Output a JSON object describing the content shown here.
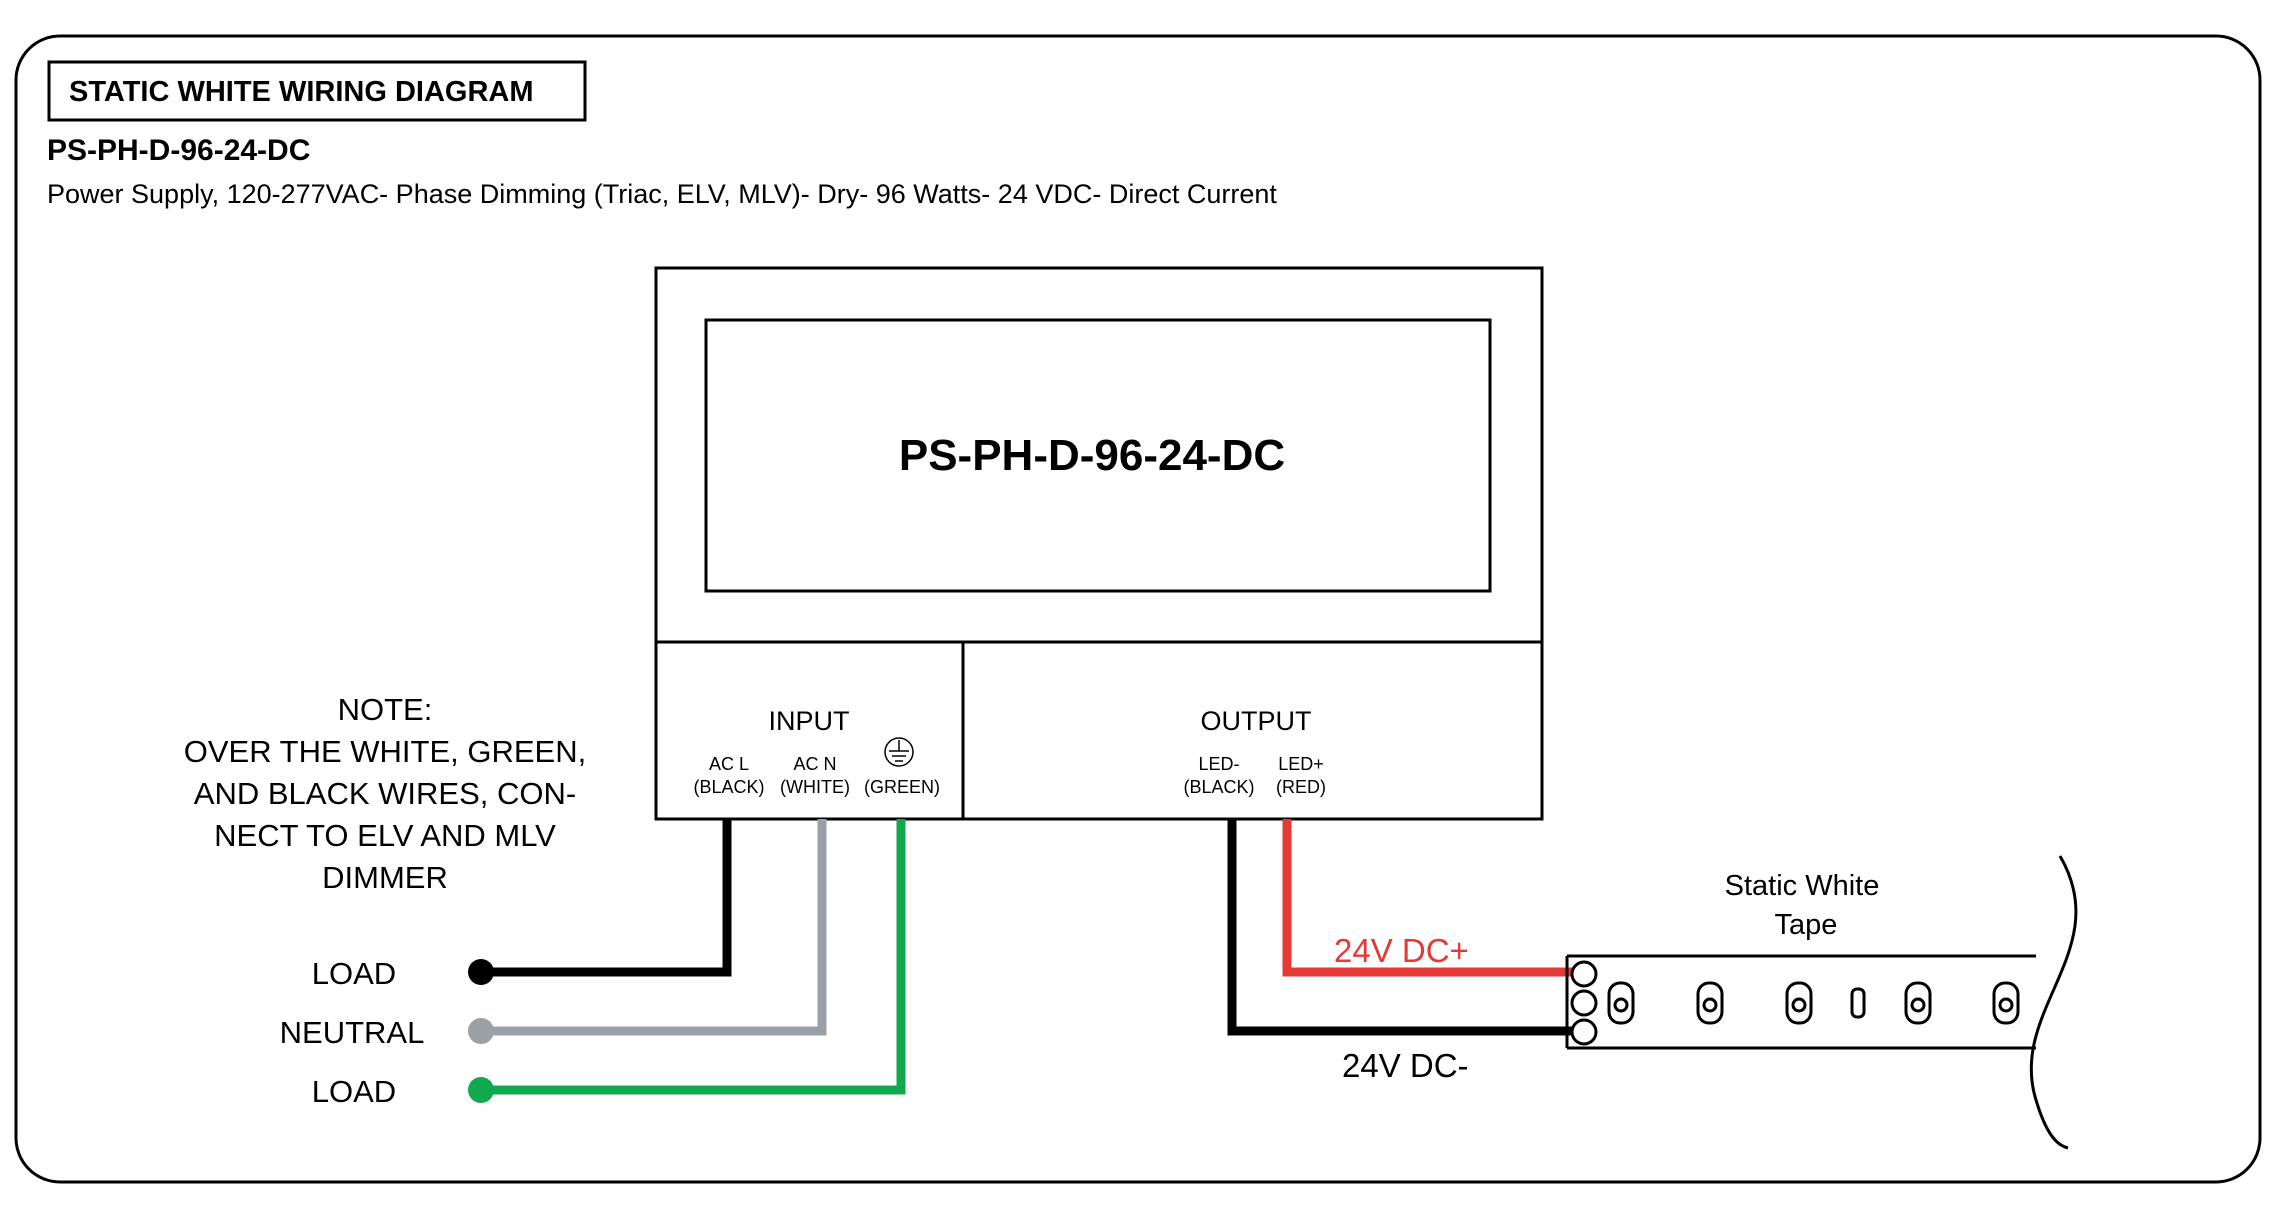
{
  "header": {
    "title": "STATIC WHITE WIRING DIAGRAM",
    "model": "PS-PH-D-96-24-DC",
    "description": "Power Supply, 120-277VAC- Phase Dimming (Triac, ELV, MLV)- Dry- 96 Watts- 24 VDC- Direct Current"
  },
  "device": {
    "model_label": "PS-PH-D-96-24-DC",
    "input": {
      "label": "INPUT",
      "terminals": [
        {
          "name": "AC L",
          "wire": "(BLACK)"
        },
        {
          "name": "AC N",
          "wire": "(WHITE)"
        },
        {
          "name": "ground-icon",
          "wire": "(GREEN)"
        }
      ]
    },
    "output": {
      "label": "OUTPUT",
      "terminals": [
        {
          "name": "LED-",
          "wire": "(BLACK)"
        },
        {
          "name": "LED+",
          "wire": "(RED)"
        }
      ]
    }
  },
  "note": {
    "lines": [
      "NOTE:",
      "OVER THE WHITE, GREEN,",
      "AND BLACK WIRES, CON-",
      "NECT TO ELV AND MLV",
      "DIMMER"
    ]
  },
  "mains": {
    "lines": [
      {
        "label": "LOAD",
        "color": "#000000"
      },
      {
        "label": "NEUTRAL",
        "color": "#9aa0a6"
      },
      {
        "label": "LOAD",
        "color": "#12a84f"
      }
    ]
  },
  "tape": {
    "label_line1": "Static White",
    "label_line2": "Tape",
    "positive_label": "24V DC+",
    "negative_label": "24V DC-"
  },
  "colors": {
    "black_wire": "#000000",
    "white_wire": "#9aa0a6",
    "green_wire": "#12a84f",
    "red_wire": "#e53935"
  }
}
